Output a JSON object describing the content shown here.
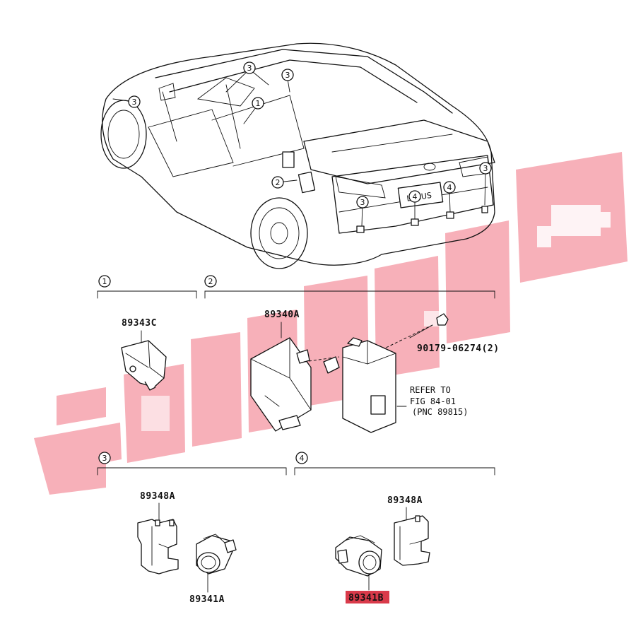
{
  "diagram": {
    "callouts": [
      "1",
      "2",
      "3",
      "4"
    ],
    "parts": {
      "p1": "89343C",
      "p2": "89340A",
      "p3_bracket": "89348A",
      "p3_sensor": "89341A",
      "p4_bracket": "89348A",
      "p4_sensor": "89341B",
      "bolt": "90179-06274(2)"
    },
    "refer": {
      "line1": "REFER TO",
      "line2": "FIG 84-01",
      "line3": "(PNC 89815)"
    },
    "car_brand": "LEXUS"
  },
  "colors": {
    "watermark": "#f07080",
    "highlight": "#d93a4a",
    "ink": "#111111"
  }
}
